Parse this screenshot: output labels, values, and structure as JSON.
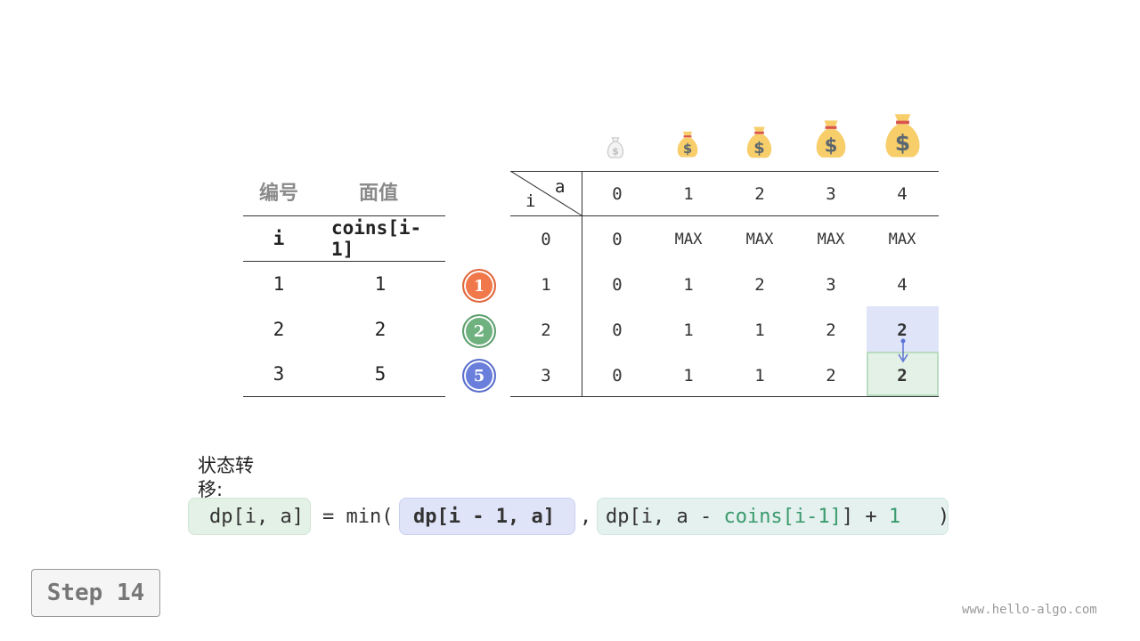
{
  "coins_table": {
    "headers": [
      "编号",
      "面值"
    ],
    "subheaders": [
      "i",
      "coins[i-1]"
    ],
    "rows": [
      [
        "1",
        "1"
      ],
      [
        "2",
        "2"
      ],
      [
        "3",
        "5"
      ]
    ]
  },
  "coin_badges": [
    {
      "label": "1",
      "color": "#f0784a"
    },
    {
      "label": "2",
      "color": "#6fb17f"
    },
    {
      "label": "5",
      "color": "#6a7fdb"
    }
  ],
  "dp_table": {
    "corner_col_label": "a",
    "corner_row_label": "i",
    "col_headers": [
      "0",
      "1",
      "2",
      "3",
      "4"
    ],
    "row_headers": [
      "0",
      "1",
      "2",
      "3"
    ],
    "rows": [
      [
        "0",
        "MAX",
        "MAX",
        "MAX",
        "MAX"
      ],
      [
        "0",
        "1",
        "2",
        "3",
        "4"
      ],
      [
        "0",
        "1",
        "1",
        "2",
        "2"
      ],
      [
        "0",
        "1",
        "1",
        "2",
        "2"
      ]
    ],
    "highlight_blue": {
      "row": 2,
      "col": 4
    },
    "highlight_green": {
      "row": 3,
      "col": 4
    }
  },
  "money_bag_icons": [
    "money-bag-icon",
    "money-bag-icon",
    "money-bag-icon",
    "money-bag-icon",
    "money-bag-icon"
  ],
  "transition": {
    "label": "状态转移:",
    "lhs": "dp[i, a]",
    "eq_min": "= min(",
    "arg1": "dp[i - 1, a]",
    "comma": ",",
    "arg2_prefix": "dp[i, a - ",
    "arg2_coin": "coins[i-1]",
    "arg2_mid": "] + ",
    "arg2_one": "1",
    "close": ")"
  },
  "step_label": "Step 14",
  "watermark": "www.hello-algo.com",
  "colors": {
    "blue_highlight": "#dfe4f8",
    "green_highlight": "#e4f1e6",
    "arrow": "#5b73d6"
  }
}
